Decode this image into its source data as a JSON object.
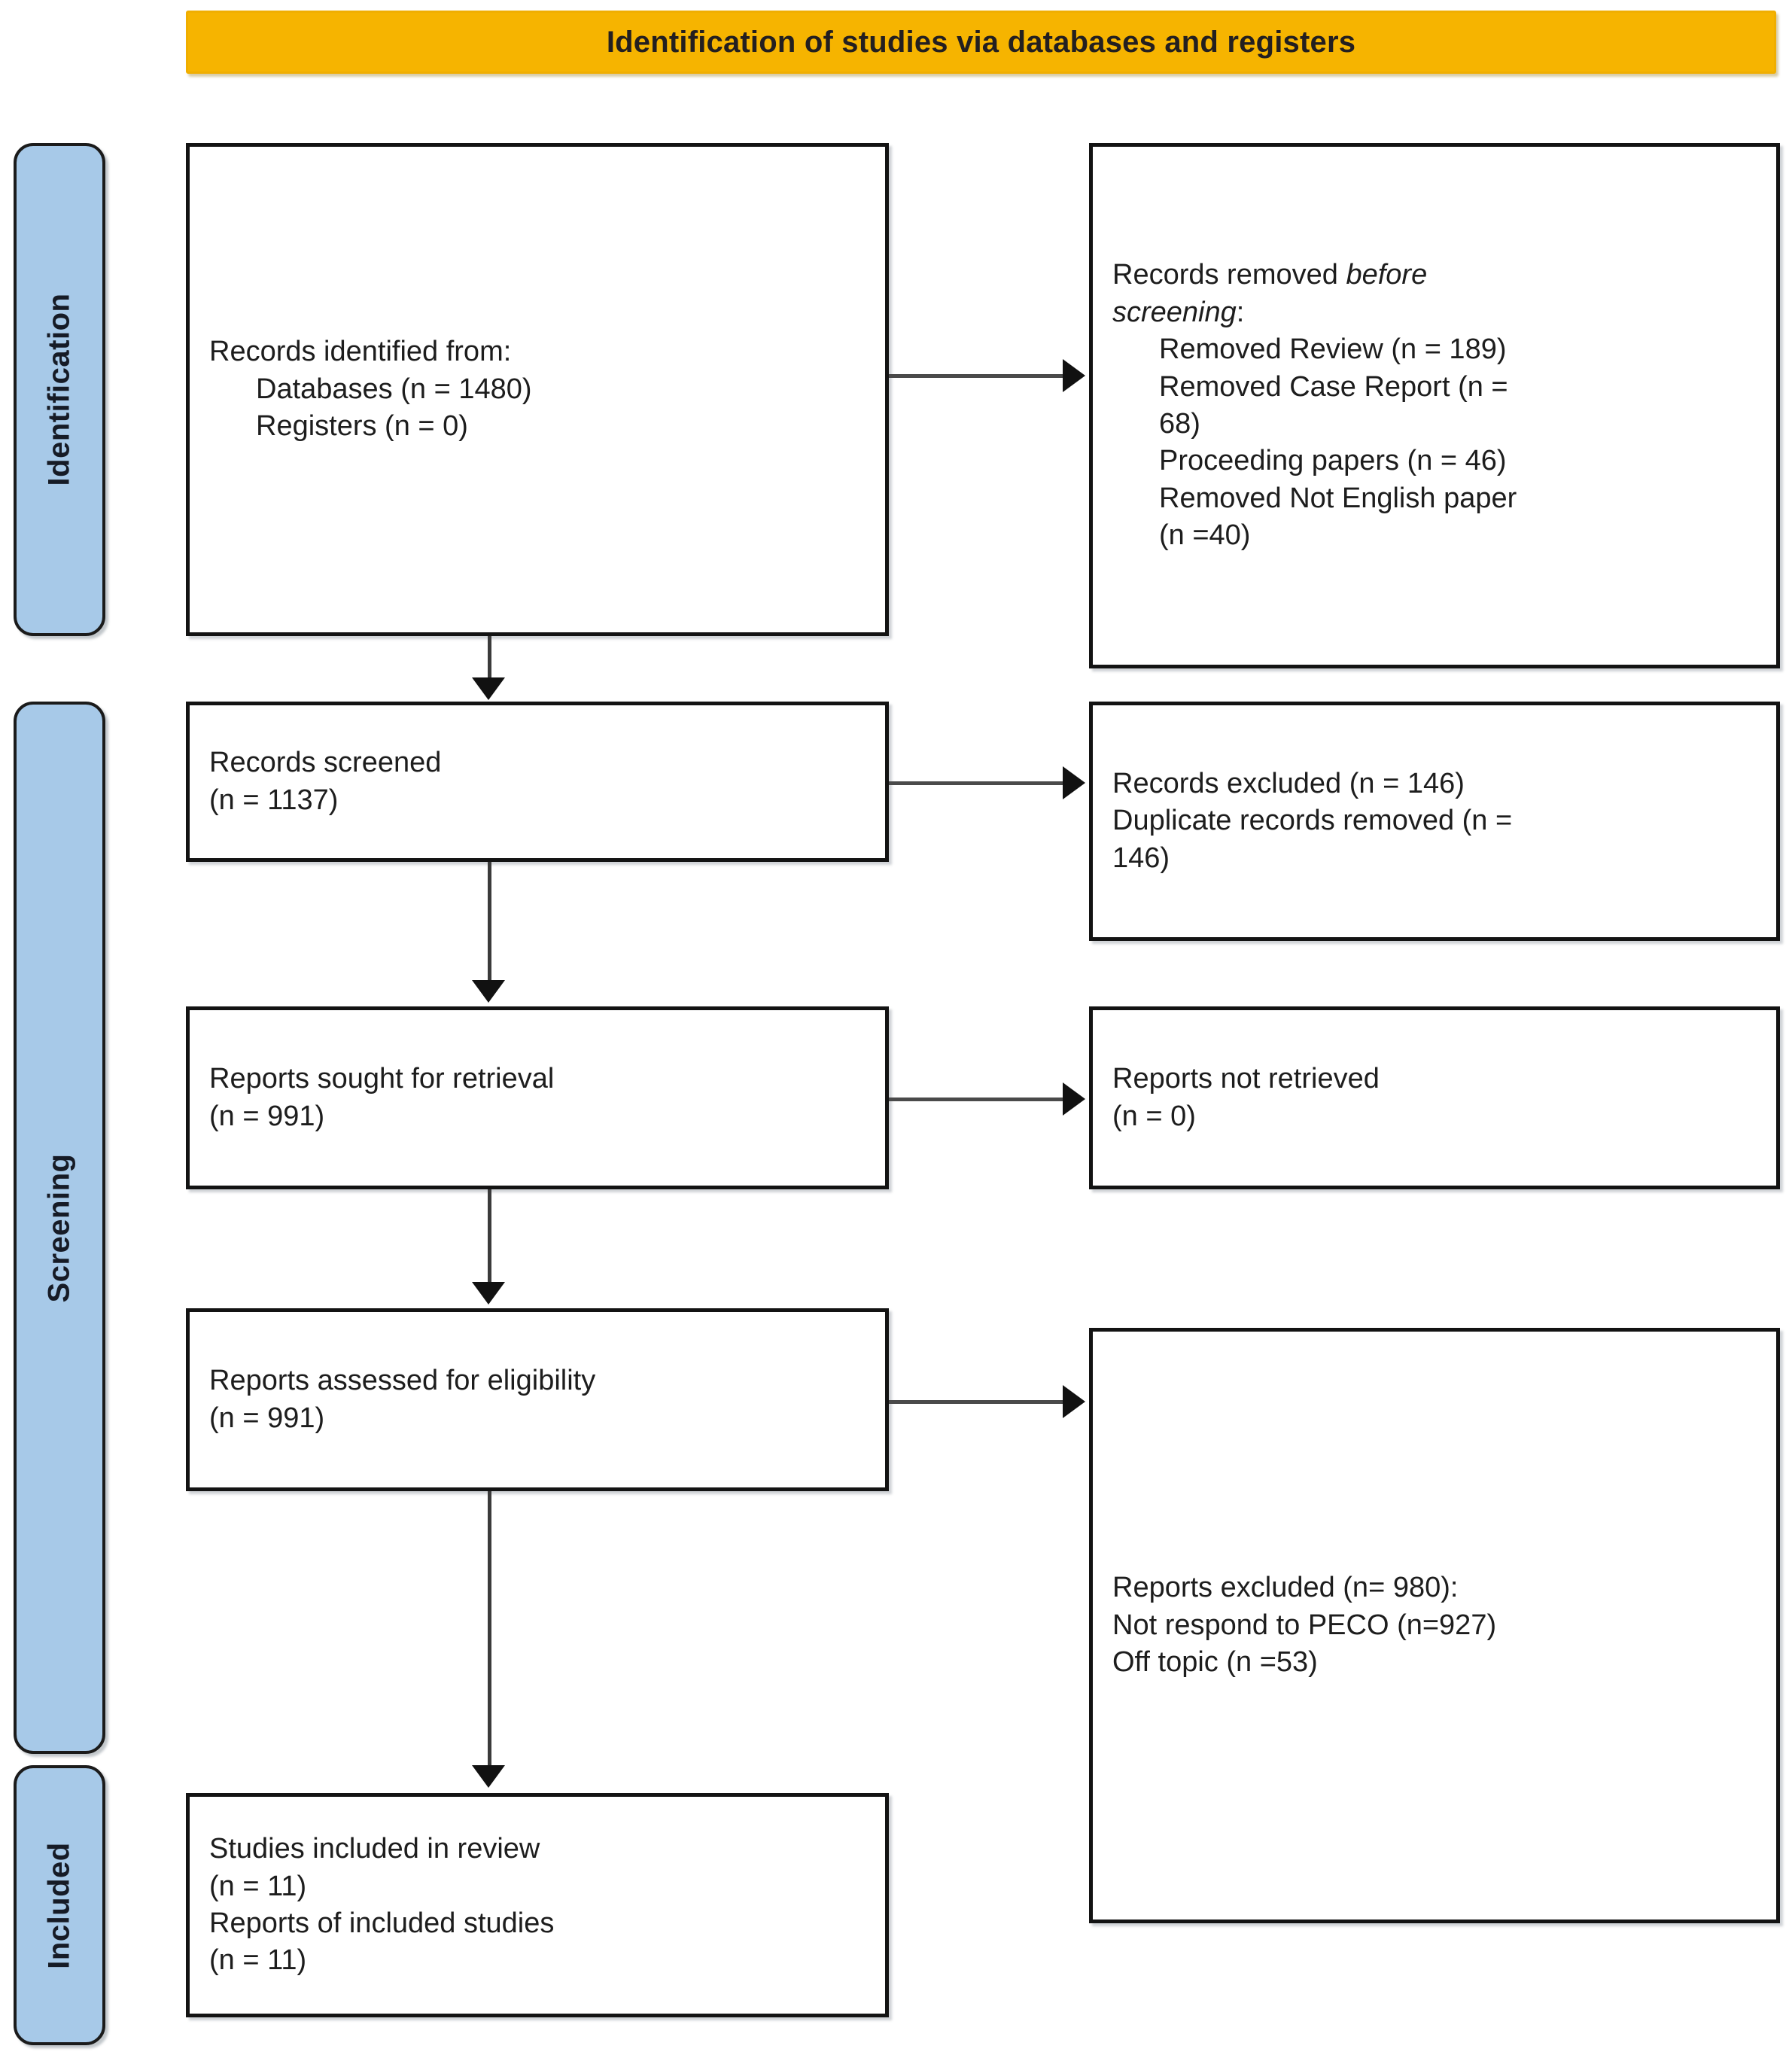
{
  "header": {
    "title": "Identification of studies via databases and registers",
    "background_color": "#F6B400",
    "text_color": "#231f20"
  },
  "stages": [
    {
      "id": "identification",
      "label": "Identification",
      "color": "#A7C9E8"
    },
    {
      "id": "screening",
      "label": "Screening",
      "color": "#A7C9E8"
    },
    {
      "id": "included",
      "label": "Included",
      "color": "#A7C9E8"
    }
  ],
  "flow": {
    "identified": {
      "line1": "Records identified from:",
      "line2": "Databases (n = 1480)",
      "line3": "Registers (n = 0)"
    },
    "removed_before": {
      "line1": "Records removed ",
      "line1_italic": "before",
      "line2_italic": "screening",
      "line2_tail": ":",
      "line3": "Removed Review (n = 189)",
      "line4": "Removed Case Report (n =",
      "line5": "68)",
      "line6": "Proceeding papers (n = 46)",
      "line7": "Removed Not English paper",
      "line8": "(n =40)"
    },
    "screened": {
      "line1": "Records screened",
      "line2": "(n = 1137)"
    },
    "records_excluded": {
      "line1": "Records excluded (n = 146)",
      "line2": "Duplicate records removed (n =",
      "line3": "146)"
    },
    "sought": {
      "line1": "Reports sought for retrieval",
      "line2": "(n = 991)"
    },
    "not_retrieved": {
      "line1": "Reports not retrieved",
      "line2": "(n = 0)"
    },
    "assessed": {
      "line1": "Reports assessed for eligibility",
      "line2": "(n = 991)"
    },
    "reports_excluded": {
      "line1": "Reports excluded (n= 980):",
      "line2": "Not respond to PECO (n=927)",
      "line3": "Off topic (n =53)"
    },
    "included": {
      "line1": "Studies included in review",
      "line2": "(n = 11)",
      "line3": "Reports of included studies",
      "line4": "(n = 11)"
    }
  },
  "chart_data": {
    "type": "diagram",
    "title": "Identification of studies via databases and registers",
    "nodes": [
      {
        "id": "identified",
        "stage": "Identification",
        "column": "left",
        "text": "Records identified from: Databases (n = 1480); Registers (n = 0)",
        "values": {
          "databases": 1480,
          "registers": 0
        }
      },
      {
        "id": "removed_before",
        "stage": "Identification",
        "column": "right",
        "text": "Records removed before screening: Removed Review (n = 189); Removed Case Report (n = 68); Proceeding papers (n = 46); Removed Not English paper (n =40)",
        "values": {
          "removed_review": 189,
          "removed_case_report": 68,
          "proceeding_papers": 46,
          "not_english": 40
        }
      },
      {
        "id": "screened",
        "stage": "Screening",
        "column": "left",
        "text": "Records screened (n = 1137)",
        "values": {
          "n": 1137
        }
      },
      {
        "id": "records_excluded",
        "stage": "Screening",
        "column": "right",
        "text": "Records excluded (n = 146); Duplicate records removed (n = 146)",
        "values": {
          "records_excluded": 146,
          "duplicates_removed": 146
        }
      },
      {
        "id": "sought",
        "stage": "Screening",
        "column": "left",
        "text": "Reports sought for retrieval (n = 991)",
        "values": {
          "n": 991
        }
      },
      {
        "id": "not_retrieved",
        "stage": "Screening",
        "column": "right",
        "text": "Reports not retrieved (n = 0)",
        "values": {
          "n": 0
        }
      },
      {
        "id": "assessed",
        "stage": "Screening",
        "column": "left",
        "text": "Reports assessed for eligibility (n = 991)",
        "values": {
          "n": 991
        }
      },
      {
        "id": "reports_excluded",
        "stage": "Screening",
        "column": "right",
        "text": "Reports excluded (n= 980): Not respond to PECO (n=927); Off topic (n =53)",
        "values": {
          "total": 980,
          "not_respond_peco": 927,
          "off_topic": 53
        }
      },
      {
        "id": "included",
        "stage": "Included",
        "column": "left",
        "text": "Studies included in review (n = 11); Reports of included studies (n = 11)",
        "values": {
          "studies": 11,
          "reports": 11
        }
      }
    ],
    "edges": [
      {
        "from": "identified",
        "to": "removed_before",
        "direction": "horizontal"
      },
      {
        "from": "identified",
        "to": "screened",
        "direction": "vertical"
      },
      {
        "from": "screened",
        "to": "records_excluded",
        "direction": "horizontal"
      },
      {
        "from": "screened",
        "to": "sought",
        "direction": "vertical"
      },
      {
        "from": "sought",
        "to": "not_retrieved",
        "direction": "horizontal"
      },
      {
        "from": "sought",
        "to": "assessed",
        "direction": "vertical"
      },
      {
        "from": "assessed",
        "to": "reports_excluded",
        "direction": "horizontal"
      },
      {
        "from": "assessed",
        "to": "included",
        "direction": "vertical"
      }
    ]
  }
}
